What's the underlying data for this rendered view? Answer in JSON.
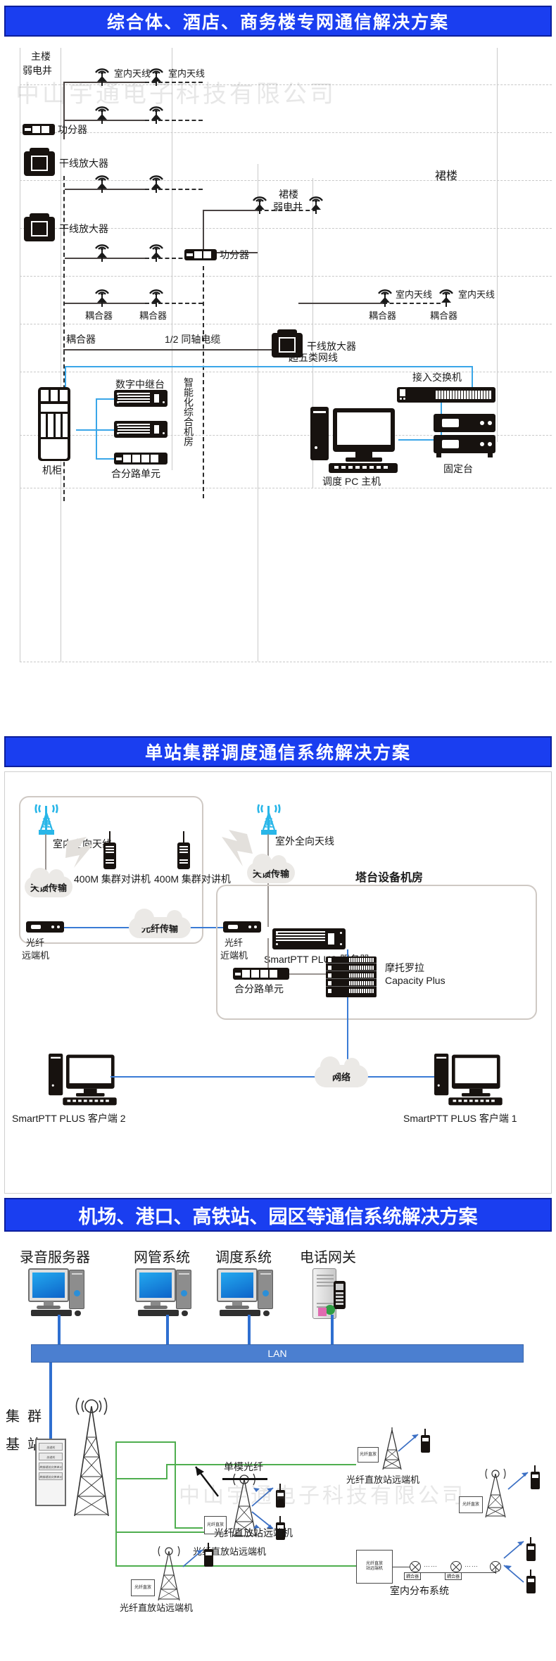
{
  "sections": [
    {
      "id": "s1",
      "banner": "综合体、酒店、商务楼专网通信解决方案",
      "labels": {
        "main_riser": "主楼\n弱电井",
        "main_riser_l1": "主楼",
        "main_riser_l2": "弱电井",
        "podium": "裙楼",
        "podium_riser_l1": "裙楼",
        "podium_riser_l2": "弱电井",
        "indoor_antenna": "室内天线",
        "power_divider": "功分器",
        "trunk_amplifier": "干线放大器",
        "coupler": "耦合器",
        "coax_cable": "1/2 同轴电缆",
        "cat5e_cable": "超五类网线",
        "digital_repeater": "数字中继台",
        "smart_equipment_room": "智能化综合机房",
        "cabinet": "机柜",
        "combiner_unit": "合分路单元",
        "access_switch": "接入交换机",
        "dispatch_pc": "调度 PC 主机",
        "fixed_station": "固定台"
      }
    },
    {
      "id": "s2",
      "banner": "单站集群调度通信系统解决方案",
      "labels": {
        "indoor_omni_antenna": "室内全向天线",
        "outdoor_omni_antenna": "室外全向天线",
        "portable_radio": "400M 集群对讲机",
        "antenna_feeder": "天馈传输",
        "fiber_transmission": "光纤传输",
        "fiber_remote_unit_l1": "光纤",
        "fiber_remote_unit_l2": "远端机",
        "fiber_near_unit_l1": "光纤",
        "fiber_near_unit_l2": "近端机",
        "tower_equipment_room": "塔台设备机房",
        "smartptt_server": "SmartPTT PLUS 服务器",
        "combiner_unit": "合分路单元",
        "motorola_l1": "摩托罗拉",
        "motorola_l2": "Capacity Plus",
        "network": "网络",
        "client1": "SmartPTT PLUS 客户端 1",
        "client2": "SmartPTT PLUS 客户端 2"
      }
    },
    {
      "id": "s3",
      "banner": "机场、港口、高铁站、园区等通信系统解决方案",
      "labels": {
        "recording_server": "录音服务器",
        "nms_system": "网管系统",
        "dispatch_system": "调度系统",
        "telephone_gateway": "电话网关",
        "lan": "LAN",
        "trunking_base_l1": "集 群",
        "trunking_base_l2": "基 站",
        "single_mode_fiber": "单模光纤",
        "fiber_repeater_remote": "光纤直放站远端机",
        "indoor_distribution_system": "室内分布系统",
        "coupler": "耦合器",
        "remote_box_l1": "光纤直放",
        "remote_box_l2": "站远端机",
        "rack_items": [
          "信道机",
          "信道机",
          "数据通信交换单元",
          "数据通信交换单元"
        ]
      }
    }
  ],
  "watermark": "中山宇通电子科技有限公司",
  "colors": {
    "banner_bg": "#1a3ef0",
    "banner_text": "#ffffff",
    "cable_blue": "#3aa6e8",
    "lan_blue": "#4b7fd0",
    "fiber_green": "#4fae4f",
    "device_black": "#17120f"
  }
}
